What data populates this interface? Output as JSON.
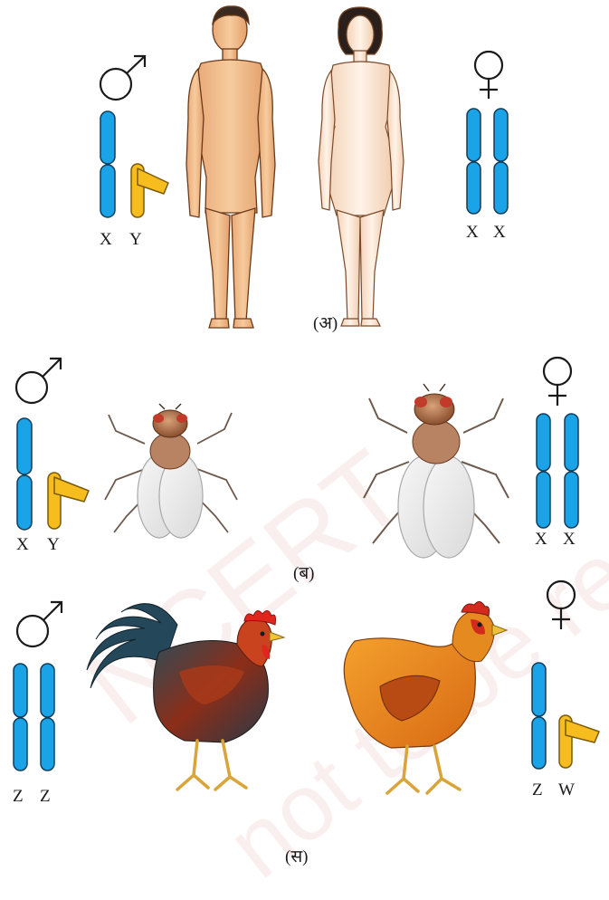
{
  "colors": {
    "x_chromosome": "#1aa3e6",
    "y_chromosome": "#f7bd1e",
    "outline": "#0f3d5a",
    "skin_male": "#f2bf8e",
    "skin_female": "#fbe4cf",
    "watermark": "#cd5f5f"
  },
  "symbols": {
    "male": "male-symbol",
    "female": "female-symbol"
  },
  "panel_a": {
    "caption": "(अ)",
    "male_labels": [
      "X",
      "Y"
    ],
    "female_labels": [
      "X",
      "X"
    ]
  },
  "panel_b": {
    "caption": "(ब)",
    "male_labels": [
      "X",
      "Y"
    ],
    "female_labels": [
      "X",
      "X"
    ]
  },
  "panel_c": {
    "caption": "(स)",
    "male_labels": [
      "Z",
      "Z"
    ],
    "female_labels": [
      "Z",
      "W"
    ]
  },
  "watermark": {
    "line1": "NCERT",
    "line2": "not to be republished"
  }
}
